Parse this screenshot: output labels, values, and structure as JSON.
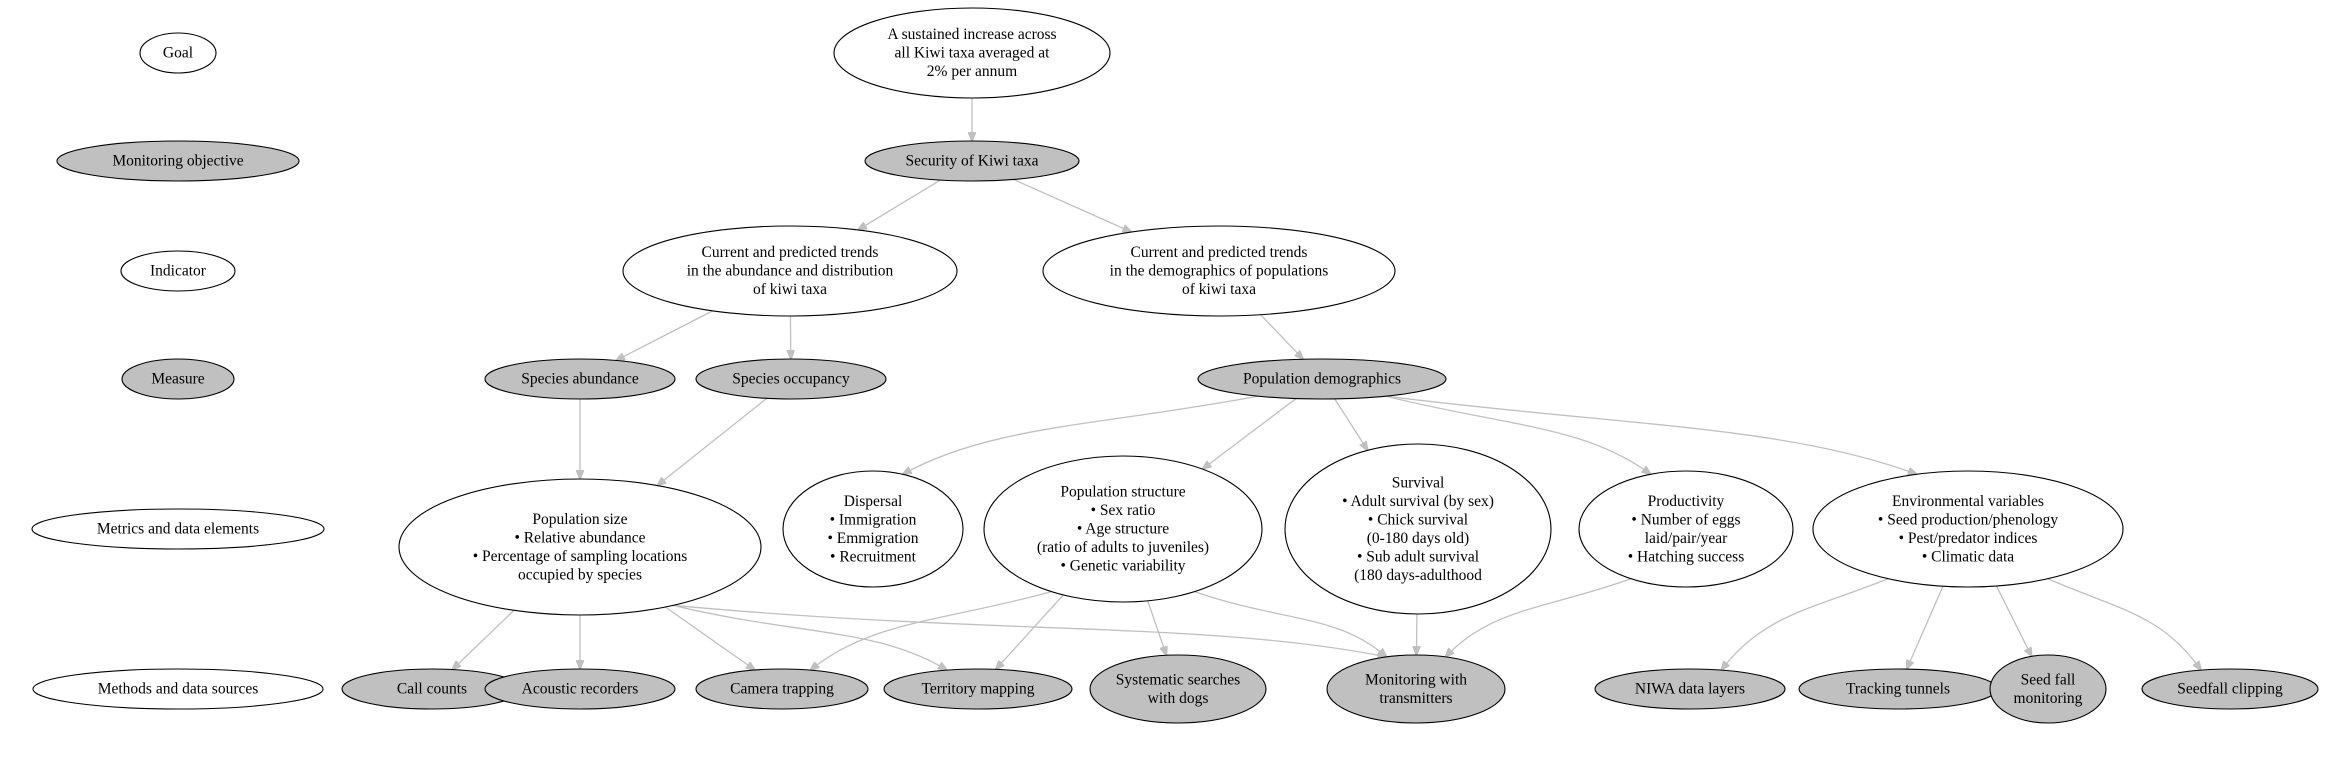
{
  "levels": {
    "goal": "Goal",
    "objective": "Monitoring objective",
    "indicator": "Indicator",
    "measure": "Measure",
    "metrics": "Metrics and data elements",
    "methods": "Methods and data sources"
  },
  "nodes": {
    "goal": {
      "fill": "white",
      "lines": [
        "A sustained increase across",
        "all Kiwi taxa averaged at",
        "2% per annum"
      ]
    },
    "security": {
      "fill": "grey",
      "lines": [
        "Security of Kiwi taxa"
      ]
    },
    "trend_abundance": {
      "fill": "white",
      "lines": [
        "Current and predicted trends",
        "in the abundance and distribution",
        "of kiwi taxa"
      ]
    },
    "trend_demographics": {
      "fill": "white",
      "lines": [
        "Current and predicted trends",
        "in the demographics of populations",
        "of kiwi taxa"
      ]
    },
    "species_abundance": {
      "fill": "grey",
      "lines": [
        "Species abundance"
      ]
    },
    "species_occupancy": {
      "fill": "grey",
      "lines": [
        "Species occupancy"
      ]
    },
    "population_demographics": {
      "fill": "grey",
      "lines": [
        "Population demographics"
      ]
    },
    "population_size": {
      "fill": "white",
      "lines": [
        "Population size",
        "• Relative abundance",
        "• Percentage of sampling locations",
        "occupied by species"
      ]
    },
    "dispersal": {
      "fill": "white",
      "lines": [
        "Dispersal",
        "• Immigration",
        "• Emmigration",
        "• Recruitment"
      ]
    },
    "population_structure": {
      "fill": "white",
      "lines": [
        "Population structure",
        "• Sex ratio",
        "• Age structure",
        "(ratio of adults to juveniles)",
        "• Genetic variability"
      ]
    },
    "survival": {
      "fill": "white",
      "lines": [
        "Survival",
        "• Adult survival (by sex)",
        "• Chick survival",
        "(0-180 days old)",
        "• Sub adult survival",
        "(180 days-adulthood"
      ]
    },
    "productivity": {
      "fill": "white",
      "lines": [
        "Productivity",
        "• Number of eggs",
        "laid/pair/year",
        "• Hatching success"
      ]
    },
    "environmental": {
      "fill": "white",
      "lines": [
        "Environmental variables",
        "• Seed production/phenology",
        "• Pest/predator indices",
        "• Climatic data"
      ]
    },
    "call_counts": {
      "fill": "grey",
      "lines": [
        "Call counts"
      ]
    },
    "acoustic_recorders": {
      "fill": "grey",
      "lines": [
        "Acoustic recorders"
      ]
    },
    "camera_trapping": {
      "fill": "grey",
      "lines": [
        "Camera trapping"
      ]
    },
    "territory_mapping": {
      "fill": "grey",
      "lines": [
        "Territory mapping"
      ]
    },
    "systematic_searches": {
      "fill": "grey",
      "lines": [
        "Systematic searches",
        "with dogs"
      ]
    },
    "monitoring_transmitters": {
      "fill": "grey",
      "lines": [
        "Monitoring with",
        "transmitters"
      ]
    },
    "niwa_data_layers": {
      "fill": "grey",
      "lines": [
        "NIWA data layers"
      ]
    },
    "tracking_tunnels": {
      "fill": "grey",
      "lines": [
        "Tracking tunnels"
      ]
    },
    "seed_fall_monitoring": {
      "fill": "grey",
      "lines": [
        "Seed fall",
        "monitoring"
      ]
    },
    "seedfall_clipping": {
      "fill": "grey",
      "lines": [
        "Seedfall clipping"
      ]
    }
  },
  "edges": [
    [
      "goal",
      "security"
    ],
    [
      "security",
      "trend_abundance"
    ],
    [
      "security",
      "trend_demographics"
    ],
    [
      "trend_abundance",
      "species_abundance"
    ],
    [
      "trend_abundance",
      "species_occupancy"
    ],
    [
      "trend_demographics",
      "population_demographics"
    ],
    [
      "species_abundance",
      "population_size"
    ],
    [
      "species_occupancy",
      "population_size"
    ],
    [
      "population_demographics",
      "dispersal"
    ],
    [
      "population_demographics",
      "population_structure"
    ],
    [
      "population_demographics",
      "survival"
    ],
    [
      "population_demographics",
      "productivity"
    ],
    [
      "population_demographics",
      "environmental"
    ],
    [
      "population_size",
      "call_counts"
    ],
    [
      "population_size",
      "acoustic_recorders"
    ],
    [
      "population_size",
      "camera_trapping"
    ],
    [
      "population_size",
      "territory_mapping"
    ],
    [
      "population_size",
      "monitoring_transmitters"
    ],
    [
      "population_structure",
      "camera_trapping"
    ],
    [
      "population_structure",
      "territory_mapping"
    ],
    [
      "population_structure",
      "systematic_searches"
    ],
    [
      "population_structure",
      "monitoring_transmitters"
    ],
    [
      "survival",
      "monitoring_transmitters"
    ],
    [
      "productivity",
      "monitoring_transmitters"
    ],
    [
      "environmental",
      "niwa_data_layers"
    ],
    [
      "environmental",
      "tracking_tunnels"
    ],
    [
      "environmental",
      "seed_fall_monitoring"
    ],
    [
      "environmental",
      "seedfall_clipping"
    ]
  ]
}
